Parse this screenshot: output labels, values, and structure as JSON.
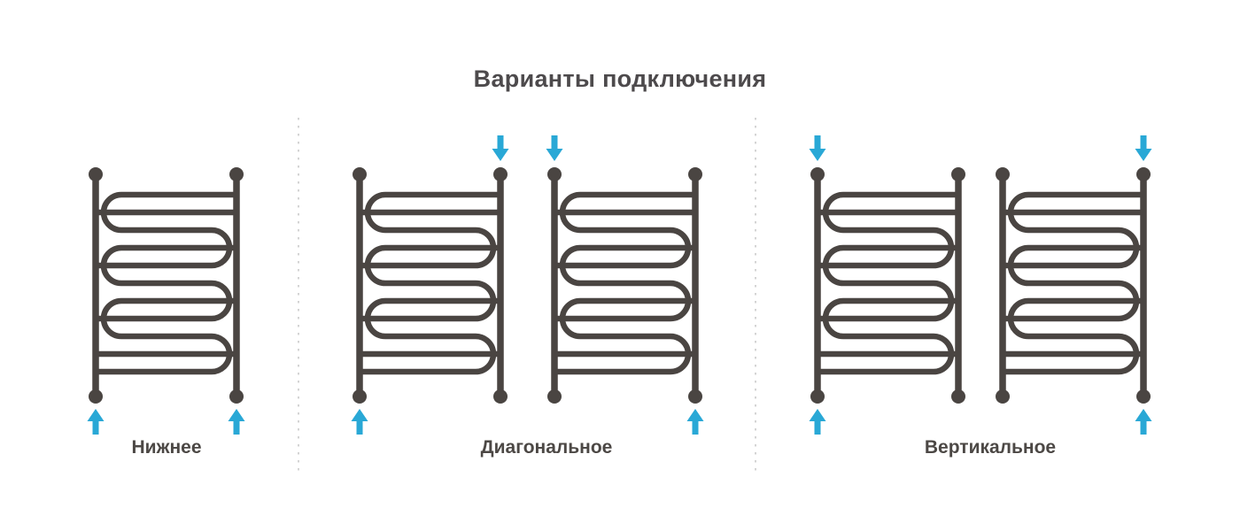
{
  "title": "Варианты подключения",
  "colors": {
    "pipe": "#4a4542",
    "arrow": "#29a8d6",
    "text": "#4c4845",
    "separator": "#d4d4d4",
    "background": "#ffffff"
  },
  "sections": [
    {
      "id": "bottom",
      "label": "Нижнее",
      "radiators": [
        {
          "arrows": [
            {
              "position": "bottom-left",
              "direction": "up"
            },
            {
              "position": "bottom-right",
              "direction": "up"
            }
          ]
        }
      ]
    },
    {
      "id": "diagonal",
      "label": "Диагональное",
      "radiators": [
        {
          "arrows": [
            {
              "position": "top-right",
              "direction": "down"
            },
            {
              "position": "bottom-left",
              "direction": "up"
            }
          ]
        },
        {
          "arrows": [
            {
              "position": "top-left",
              "direction": "down"
            },
            {
              "position": "bottom-right",
              "direction": "up"
            }
          ]
        }
      ]
    },
    {
      "id": "vertical",
      "label": "Вертикальное",
      "radiators": [
        {
          "arrows": [
            {
              "position": "top-left",
              "direction": "down"
            },
            {
              "position": "bottom-left",
              "direction": "up"
            }
          ]
        },
        {
          "arrows": [
            {
              "position": "top-right",
              "direction": "down"
            },
            {
              "position": "bottom-right",
              "direction": "up"
            }
          ]
        }
      ]
    }
  ]
}
